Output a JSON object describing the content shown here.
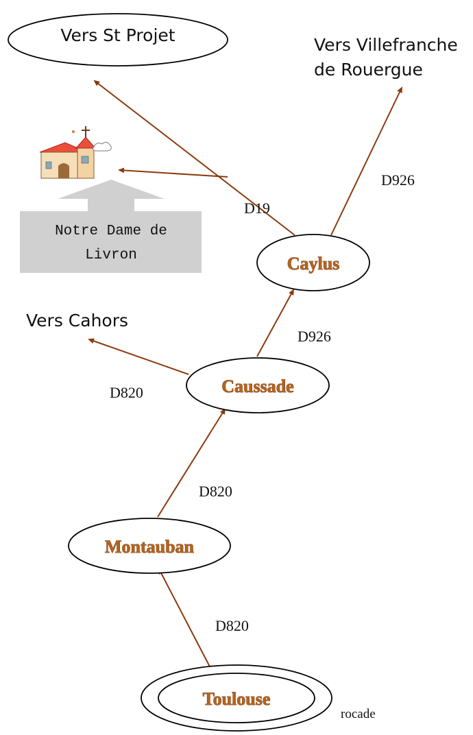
{
  "destinations": {
    "st_projet": "Vers St Projet",
    "villefranche_line1": "Vers Villefranche",
    "villefranche_line2": "de Rouergue",
    "cahors": "Vers Cahors"
  },
  "cities": {
    "caylus": "Caylus",
    "caussade": "Caussade",
    "montauban": "Montauban",
    "toulouse": "Toulouse"
  },
  "roads": {
    "d19": "D19",
    "d926_upper": "D926",
    "d926_lower": "D926",
    "d820_cahors": "D820",
    "d820_montauban": "D820",
    "d820_toulouse": "D820"
  },
  "annotations": {
    "rocade": "rocade"
  },
  "landmark": {
    "line1": "Notre Dame de",
    "line2": "Livron",
    "icon": "church-icon",
    "box_color": "#d0d0d0"
  },
  "colors": {
    "arrow": "#8b3a0e",
    "city_text": "#b5651d"
  }
}
